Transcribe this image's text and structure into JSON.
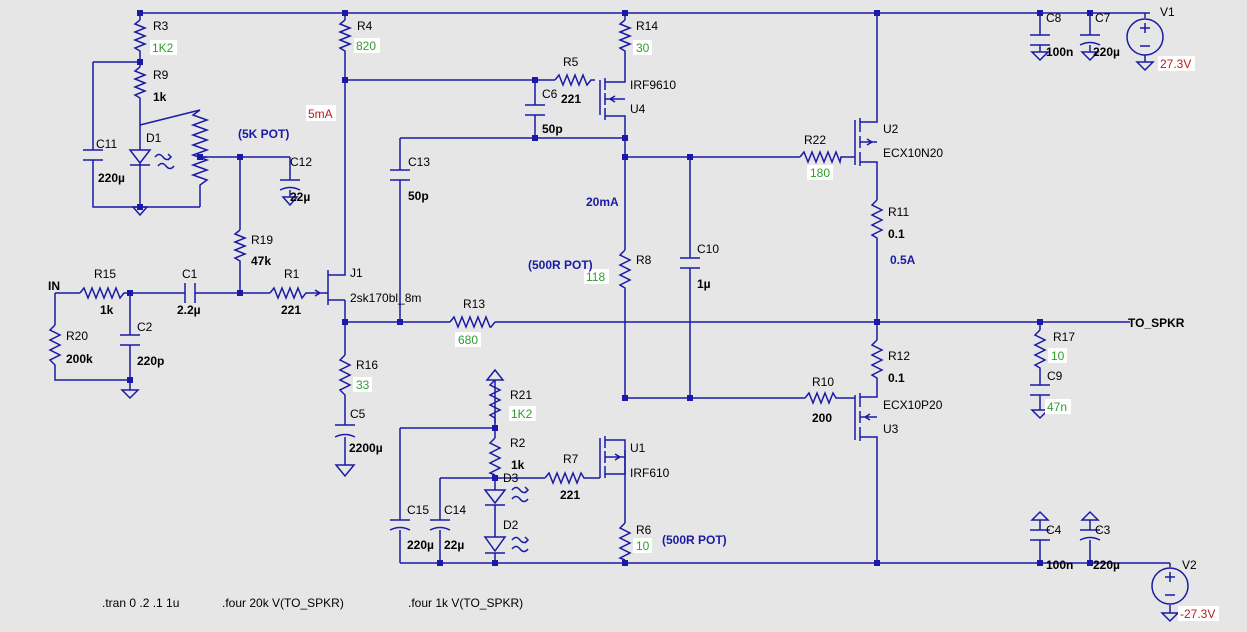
{
  "values": {
    "R3": "1K2",
    "R4": "820",
    "R14": "30",
    "R9": "1k",
    "R5": "221",
    "C6": "50p",
    "C11": "220µ",
    "C12": "22µ",
    "C13": "50p",
    "R19": "47k",
    "R1": "221",
    "C1": "2.2µ",
    "R15": "1k",
    "R20": "200k",
    "C2": "220p",
    "R13": "680",
    "R16": "33",
    "C5": "2200µ",
    "R8": "118",
    "C10": "1µ",
    "R22": "180",
    "R11": "0.1",
    "R12": "0.1",
    "R10": "200",
    "R17": "10",
    "C9": "47n",
    "C8": "100n",
    "C7": "220µ",
    "V1": "27.3V",
    "R21": "1K2",
    "R2": "1k",
    "R7": "221",
    "C15": "220µ",
    "C14": "22µ",
    "R6": "10",
    "C4": "100n",
    "C3": "220µ",
    "V2": "-27.3V"
  },
  "names": {
    "R3": "R3",
    "R4": "R4",
    "R14": "R14",
    "R9": "R9",
    "R5": "R5",
    "C6": "C6",
    "C11": "C11",
    "D1": "D1",
    "C12": "C12",
    "C13": "C13",
    "R19": "R19",
    "R1": "R1",
    "C1": "C1",
    "R15": "R15",
    "R20": "R20",
    "C2": "C2",
    "J1": "J1",
    "J1model": "2sk170bl_8m",
    "R13": "R13",
    "R16": "R16",
    "C5": "C5",
    "R8": "R8",
    "C10": "C10",
    "R22": "R22",
    "U2": "U2",
    "U2model": "ECX10N20",
    "R11": "R11",
    "R12": "R12",
    "R10": "R10",
    "U3": "U3",
    "U3model": "ECX10P20",
    "R17": "R17",
    "C9": "C9",
    "C8": "C8",
    "C7": "C7",
    "V1": "V1",
    "U4": "U4",
    "U4model": "IRF9610",
    "U1": "U1",
    "U1model": "IRF610",
    "R21": "R21",
    "R2": "R2",
    "D3": "D3",
    "D2": "D2",
    "R7": "R7",
    "C15": "C15",
    "C14": "C14",
    "R6": "R6",
    "C4": "C4",
    "C3": "C3",
    "V2": "V2"
  },
  "annotations": {
    "i_5mA": "5mA",
    "pot5k": "(5K POT)",
    "i_20mA": "20mA",
    "pot500a": "(500R POT)",
    "i_05A": "0.5A",
    "pot500b": "(500R POT)",
    "in": "IN",
    "out": "TO_SPKR"
  },
  "directives": {
    "tran": ".tran 0 .2 .1 1u",
    "four20k": ".four 20k V(TO_SPKR)",
    "four1k": ".four 1k V(TO_SPKR)"
  },
  "colors": {
    "wire": "#1a1aa6",
    "value_green": "#2e9e2e",
    "value_red": "#b51d1d",
    "background": "#e6e6e6"
  }
}
